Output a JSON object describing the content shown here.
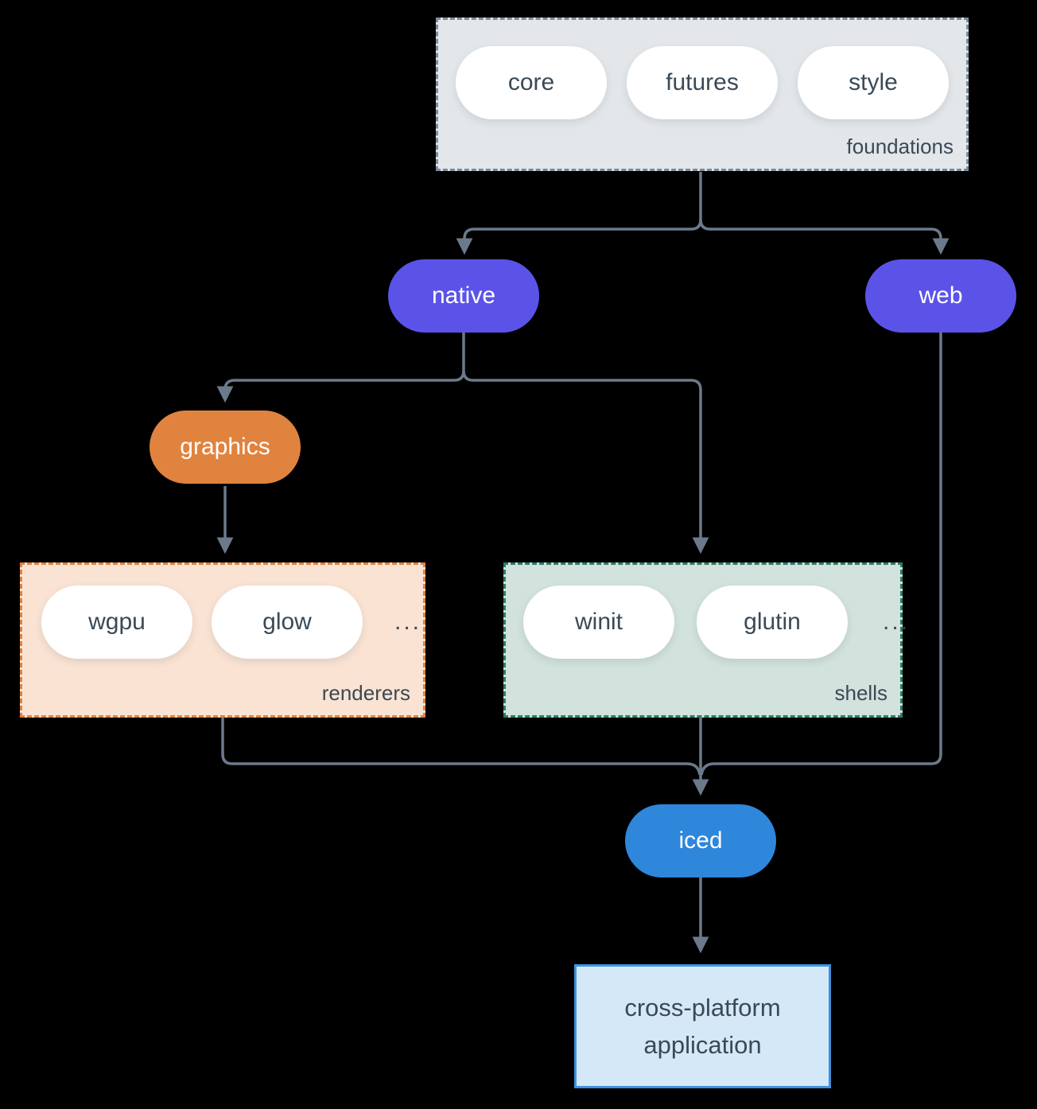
{
  "canvas": {
    "background": "#000000",
    "edge_color": "#6b7a8b"
  },
  "text_color": "#3a4956",
  "foundations": {
    "label": "foundations",
    "fill": "#e3e7ea",
    "border": "#7d8c9b",
    "items": [
      "core",
      "futures",
      "style"
    ]
  },
  "native": {
    "label": "native",
    "fill": "#5b53e8"
  },
  "web": {
    "label": "web",
    "fill": "#5b53e8"
  },
  "graphics": {
    "label": "graphics",
    "fill": "#e0833f"
  },
  "renderers": {
    "label": "renderers",
    "fill": "#fae3d3",
    "border": "#e0823f",
    "items": [
      "wgpu",
      "glow"
    ],
    "ellipsis": "..."
  },
  "shells": {
    "label": "shells",
    "fill": "#d2e2dc",
    "border": "#2a7d6c",
    "items": [
      "winit",
      "glutin"
    ],
    "ellipsis": "..."
  },
  "iced": {
    "label": "iced",
    "fill": "#2e87db"
  },
  "application": {
    "lines": [
      "cross-platform",
      "application"
    ],
    "fill": "#d5e8f8",
    "border": "#3f90dd"
  }
}
